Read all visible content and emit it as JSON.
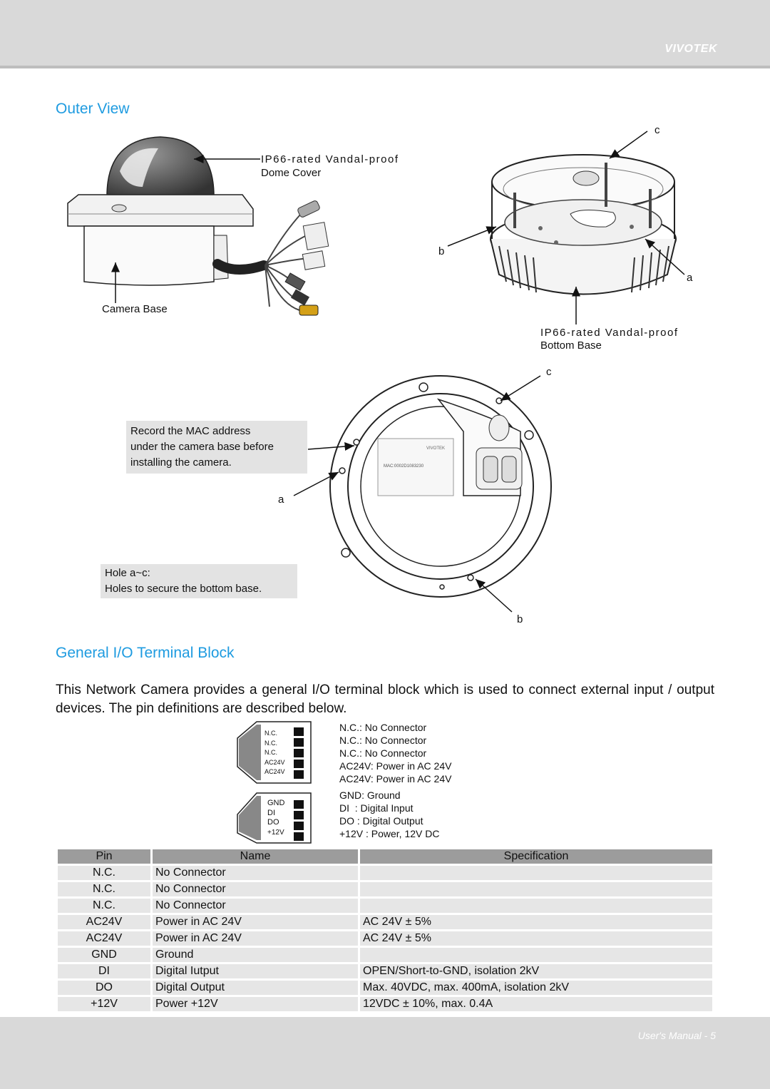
{
  "header": {
    "brand": "VIVOTEK"
  },
  "outer_view": {
    "title": "Outer View",
    "dome_cover_label_1": "IP66-rated Vandal-proof",
    "dome_cover_label_2": "Dome Cover",
    "camera_base_label": "Camera Base",
    "bottom_base_label_1": "IP66-rated Vandal-proof",
    "bottom_base_label_2": "Bottom Base",
    "letter_a": "a",
    "letter_b": "b",
    "letter_c": "c",
    "mac_callout": [
      "Record the MAC address",
      "under the camera base before",
      "installing the camera."
    ],
    "hole_callout": [
      "Hole a~c:",
      "Holes to secure the bottom base."
    ],
    "mac_sticker_text": "MAC:0002D1083230",
    "sticker_brand": "VIVOTEK"
  },
  "io_block": {
    "title": "General I/O Terminal Block",
    "description": "This Network Camera provides a general I/O terminal block which is used to connect external input / output devices. The pin definitions are described below.",
    "block1_pins": [
      "N.C.",
      "N.C.",
      "N.C.",
      "AC24V",
      "AC24V"
    ],
    "block2_pins": [
      "GND",
      "DI",
      "DO",
      "+12V"
    ],
    "pin_defs_1": [
      "N.C.: No Connector",
      "N.C.: No Connector",
      "N.C.: No Connector",
      "AC24V: Power in AC 24V",
      "AC24V: Power in AC 24V"
    ],
    "pin_defs_2": [
      "GND: Ground",
      "DI  : Digital Input",
      "DO : Digital Output",
      "+12V : Power, 12V DC"
    ]
  },
  "table": {
    "headers": [
      "Pin",
      "Name",
      "Specification"
    ],
    "rows": [
      [
        "N.C.",
        "No Connector",
        ""
      ],
      [
        "N.C.",
        "No Connector",
        ""
      ],
      [
        "N.C.",
        "No Connector",
        ""
      ],
      [
        "AC24V",
        "Power in AC 24V",
        "AC 24V ± 5%"
      ],
      [
        "AC24V",
        "Power in AC 24V",
        "AC 24V ± 5%"
      ],
      [
        "GND",
        "Ground",
        ""
      ],
      [
        "DI",
        "Digital Iutput",
        "OPEN/Short-to-GND, isolation 2kV"
      ],
      [
        "DO",
        "Digital Output",
        "Max. 40VDC, max. 400mA, isolation 2kV"
      ],
      [
        "+12V",
        "Power +12V",
        "12VDC ± 10%, max. 0.4A"
      ]
    ]
  },
  "footer": {
    "page_label": "User's Manual - 5"
  }
}
